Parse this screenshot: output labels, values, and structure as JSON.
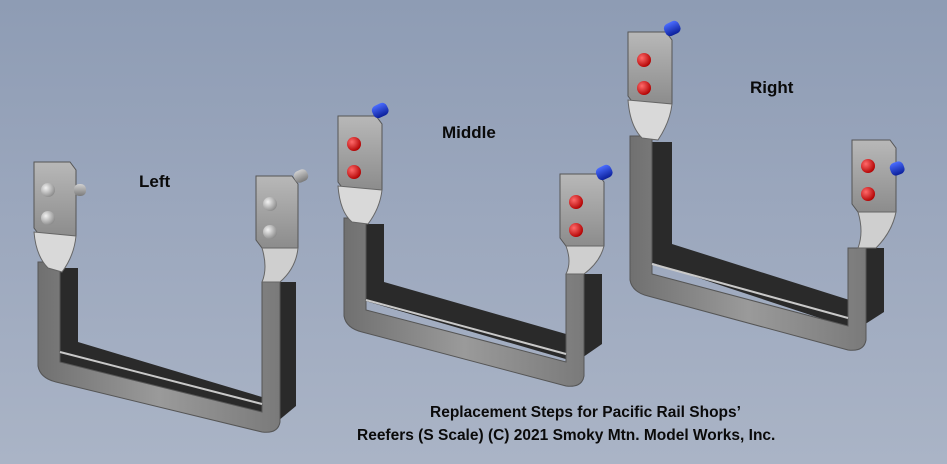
{
  "labels": {
    "left": "Left",
    "middle": "Middle",
    "right": "Right"
  },
  "caption": {
    "line1": "Replacement Steps for Pacific Rail Shops’",
    "line2": "Reefers (S Scale)   (C) 2021 Smoky Mtn. Model Works, Inc."
  },
  "colors": {
    "background": "#9aa6bc",
    "metal": "#8f8f8f",
    "rivet_left": "#c8c8c8",
    "rivet_highlight": "#e11a1a",
    "pin_highlight": "#1a3cd6"
  },
  "steps": [
    {
      "id": "left",
      "rivet": "gray",
      "pin": "gray"
    },
    {
      "id": "middle",
      "rivet": "red",
      "pin": "blue"
    },
    {
      "id": "right",
      "rivet": "red",
      "pin": "blue"
    }
  ]
}
